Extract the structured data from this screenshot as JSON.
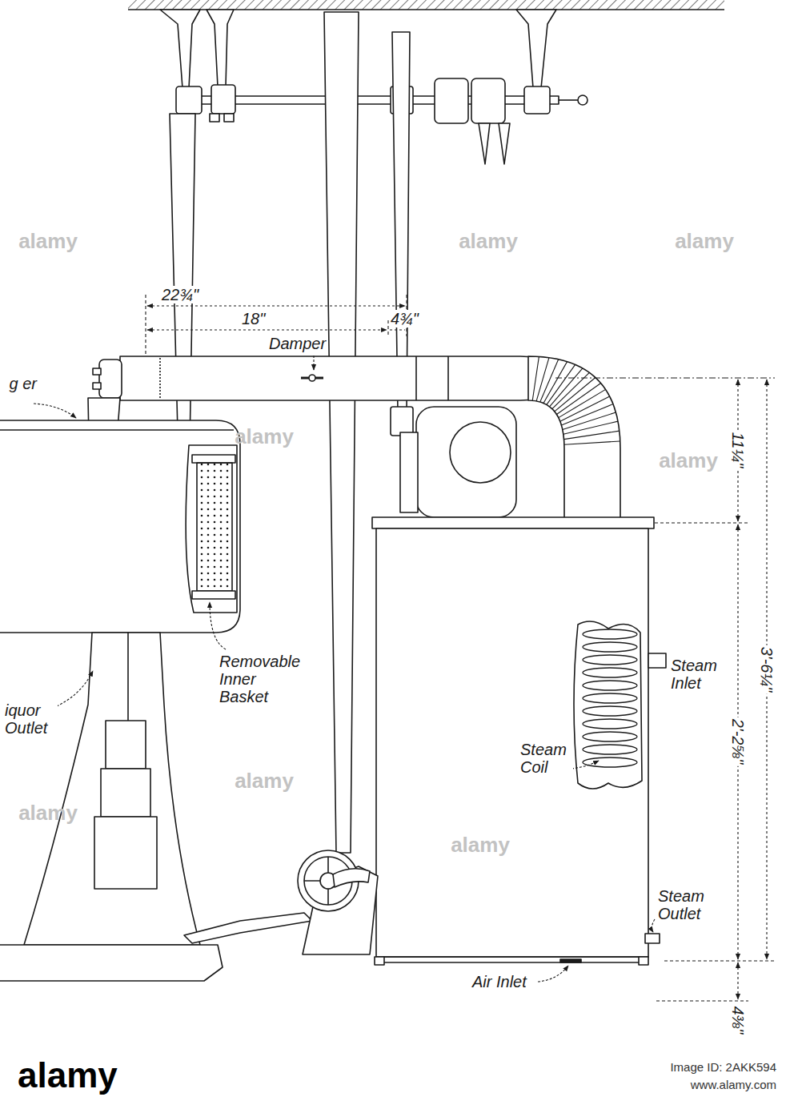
{
  "diagram": {
    "labels": [
      "22¾\"",
      "18\"",
      "4¾\"",
      "Damper",
      "g er",
      "Removable Inner Basket",
      "iquor Outlet",
      "Steam Inlet",
      "Steam Coil",
      "Steam Outlet",
      "Air Inlet",
      "11¼\"",
      "3'-6¼\"",
      "2'-2⅝\"",
      "4⅜\"",
      "alamy",
      "alamy",
      "alamy",
      "alamy",
      "alamy",
      "alamy",
      "alamy",
      "alamy",
      "alamy",
      "Image ID: 2AKK594",
      "www.alamy.com"
    ]
  }
}
